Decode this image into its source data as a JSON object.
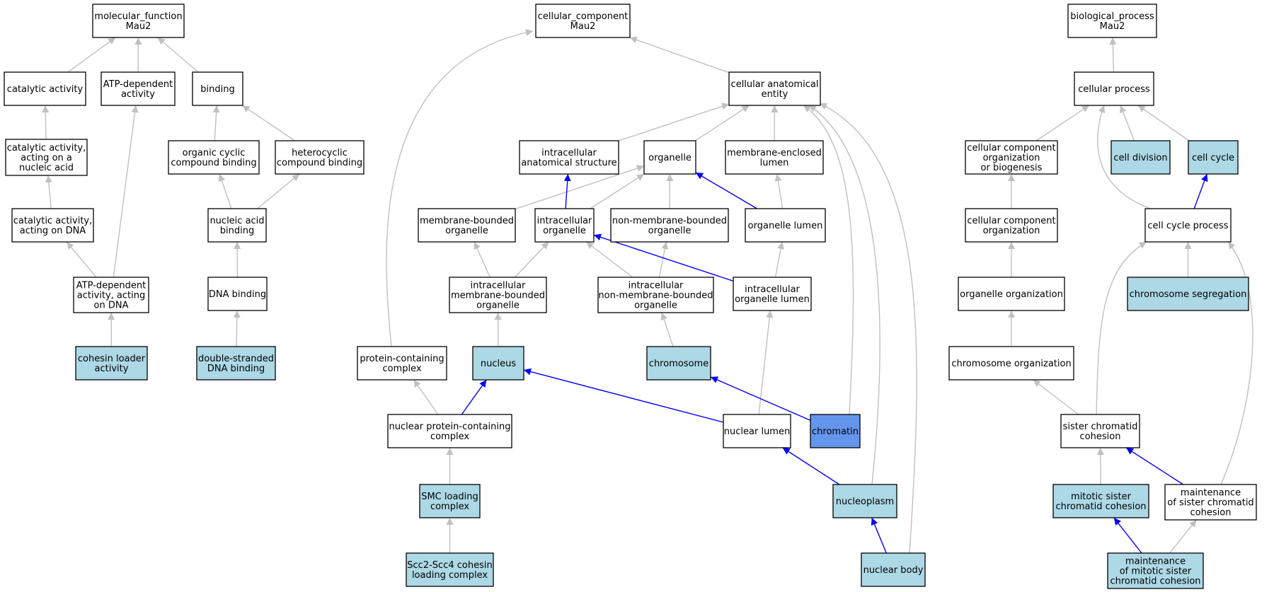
{
  "colors": {
    "plain_fill": "#ffffff",
    "annotated_fill": "#add8e6",
    "selected_fill": "#6495ed",
    "is_a_edge": "#c0c0c0",
    "part_of_edge": "#0000ff"
  },
  "nodes": {
    "mf_root": {
      "lines": [
        "molecular_function",
        "Mau2"
      ],
      "style": "plain"
    },
    "catalytic_activity": {
      "lines": [
        "catalytic activity"
      ],
      "style": "plain"
    },
    "atp_dependent_activity": {
      "lines": [
        "ATP-dependent",
        "activity"
      ],
      "style": "plain"
    },
    "binding": {
      "lines": [
        "binding"
      ],
      "style": "plain"
    },
    "catalytic_nucleic": {
      "lines": [
        "catalytic activity,",
        "acting on a",
        "nucleic acid"
      ],
      "style": "plain"
    },
    "organic_cyclic": {
      "lines": [
        "organic cyclic",
        "compound binding"
      ],
      "style": "plain"
    },
    "heterocyclic": {
      "lines": [
        "heterocyclic",
        "compound binding"
      ],
      "style": "plain"
    },
    "catalytic_dna": {
      "lines": [
        "catalytic activity,",
        "acting on DNA"
      ],
      "style": "plain"
    },
    "nucleic_acid_binding": {
      "lines": [
        "nucleic acid",
        "binding"
      ],
      "style": "plain"
    },
    "atp_dna": {
      "lines": [
        "ATP-dependent",
        "activity, acting",
        "on DNA"
      ],
      "style": "plain"
    },
    "dna_binding": {
      "lines": [
        "DNA binding"
      ],
      "style": "plain"
    },
    "cohesin_loader": {
      "lines": [
        "cohesin loader",
        "activity"
      ],
      "style": "annotated"
    },
    "ds_dna_binding": {
      "lines": [
        "double-stranded",
        "DNA binding"
      ],
      "style": "annotated"
    },
    "cc_root": {
      "lines": [
        "cellular_component",
        "Mau2"
      ],
      "style": "plain"
    },
    "cae": {
      "lines": [
        "cellular anatomical",
        "entity"
      ],
      "style": "plain"
    },
    "ias": {
      "lines": [
        "intracellular",
        "anatomical structure"
      ],
      "style": "plain"
    },
    "organelle": {
      "lines": [
        "organelle"
      ],
      "style": "plain"
    },
    "mel": {
      "lines": [
        "membrane-enclosed",
        "lumen"
      ],
      "style": "plain"
    },
    "mbo": {
      "lines": [
        "membrane-bounded",
        "organelle"
      ],
      "style": "plain"
    },
    "io": {
      "lines": [
        "intracellular",
        "organelle"
      ],
      "style": "plain"
    },
    "nmbo": {
      "lines": [
        "non-membrane-bounded",
        "organelle"
      ],
      "style": "plain"
    },
    "ol": {
      "lines": [
        "organelle lumen"
      ],
      "style": "plain"
    },
    "imbo": {
      "lines": [
        "intracellular",
        "membrane-bounded",
        "organelle"
      ],
      "style": "plain"
    },
    "inmbo": {
      "lines": [
        "intracellular",
        "non-membrane-bounded",
        "organelle"
      ],
      "style": "plain"
    },
    "iol": {
      "lines": [
        "intracellular",
        "organelle lumen"
      ],
      "style": "plain"
    },
    "pcc": {
      "lines": [
        "protein-containing",
        "complex"
      ],
      "style": "plain"
    },
    "nucleus": {
      "lines": [
        "nucleus"
      ],
      "style": "annotated"
    },
    "chromosome": {
      "lines": [
        "chromosome"
      ],
      "style": "annotated"
    },
    "npcc": {
      "lines": [
        "nuclear protein-containing",
        "complex"
      ],
      "style": "plain"
    },
    "nuclear_lumen": {
      "lines": [
        "nuclear lumen"
      ],
      "style": "plain"
    },
    "chromatin": {
      "lines": [
        "chromatin"
      ],
      "style": "selected"
    },
    "smc": {
      "lines": [
        "SMC loading",
        "complex"
      ],
      "style": "annotated"
    },
    "nucleoplasm": {
      "lines": [
        "nucleoplasm"
      ],
      "style": "annotated"
    },
    "scc": {
      "lines": [
        "Scc2-Scc4 cohesin",
        "loading complex"
      ],
      "style": "annotated"
    },
    "nuclear_body": {
      "lines": [
        "nuclear body"
      ],
      "style": "annotated"
    },
    "bp_root": {
      "lines": [
        "biological_process",
        "Mau2"
      ],
      "style": "plain"
    },
    "cp": {
      "lines": [
        "cellular process"
      ],
      "style": "plain"
    },
    "ccob": {
      "lines": [
        "cellular component",
        "organization",
        "or biogenesis"
      ],
      "style": "plain"
    },
    "cell_division": {
      "lines": [
        "cell division"
      ],
      "style": "annotated"
    },
    "cell_cycle": {
      "lines": [
        "cell cycle"
      ],
      "style": "annotated"
    },
    "cco": {
      "lines": [
        "cellular component",
        "organization"
      ],
      "style": "plain"
    },
    "ccp": {
      "lines": [
        "cell cycle process"
      ],
      "style": "plain"
    },
    "oo": {
      "lines": [
        "organelle organization"
      ],
      "style": "plain"
    },
    "chr_seg": {
      "lines": [
        "chromosome segregation"
      ],
      "style": "annotated"
    },
    "chr_org": {
      "lines": [
        "chromosome organization"
      ],
      "style": "plain"
    },
    "scc_coh": {
      "lines": [
        "sister chromatid",
        "cohesion"
      ],
      "style": "plain"
    },
    "mscc": {
      "lines": [
        "mitotic sister",
        "chromatid cohesion"
      ],
      "style": "annotated"
    },
    "mscc_maint": {
      "lines": [
        "maintenance",
        "of sister chromatid",
        "cohesion"
      ],
      "style": "plain"
    },
    "mmscc": {
      "lines": [
        "maintenance",
        "of mitotic sister",
        "chromatid cohesion"
      ],
      "style": "annotated"
    }
  },
  "edges": [
    {
      "from": "catalytic_activity",
      "to": "mf_root",
      "type": "is_a"
    },
    {
      "from": "atp_dependent_activity",
      "to": "mf_root",
      "type": "is_a"
    },
    {
      "from": "binding",
      "to": "mf_root",
      "type": "is_a"
    },
    {
      "from": "catalytic_nucleic",
      "to": "catalytic_activity",
      "type": "is_a"
    },
    {
      "from": "organic_cyclic",
      "to": "binding",
      "type": "is_a"
    },
    {
      "from": "heterocyclic",
      "to": "binding",
      "type": "is_a"
    },
    {
      "from": "catalytic_dna",
      "to": "catalytic_nucleic",
      "type": "is_a"
    },
    {
      "from": "nucleic_acid_binding",
      "to": "organic_cyclic",
      "type": "is_a"
    },
    {
      "from": "nucleic_acid_binding",
      "to": "heterocyclic",
      "type": "is_a"
    },
    {
      "from": "atp_dna",
      "to": "catalytic_dna",
      "type": "is_a"
    },
    {
      "from": "atp_dna",
      "to": "atp_dependent_activity",
      "type": "is_a"
    },
    {
      "from": "dna_binding",
      "to": "nucleic_acid_binding",
      "type": "is_a"
    },
    {
      "from": "cohesin_loader",
      "to": "atp_dna",
      "type": "is_a"
    },
    {
      "from": "ds_dna_binding",
      "to": "dna_binding",
      "type": "is_a"
    },
    {
      "from": "cae",
      "to": "cc_root",
      "type": "is_a"
    },
    {
      "from": "pcc",
      "to": "cc_root",
      "type": "is_a"
    },
    {
      "from": "ias",
      "to": "cae",
      "type": "is_a"
    },
    {
      "from": "organelle",
      "to": "cae",
      "type": "is_a"
    },
    {
      "from": "mel",
      "to": "cae",
      "type": "is_a"
    },
    {
      "from": "chromatin",
      "to": "cae",
      "type": "is_a"
    },
    {
      "from": "nucleoplasm",
      "to": "cae",
      "type": "is_a"
    },
    {
      "from": "nuclear_body",
      "to": "cae",
      "type": "is_a"
    },
    {
      "from": "mbo",
      "to": "organelle",
      "type": "is_a"
    },
    {
      "from": "io",
      "to": "organelle",
      "type": "is_a"
    },
    {
      "from": "io",
      "to": "ias",
      "type": "part_of"
    },
    {
      "from": "nmbo",
      "to": "organelle",
      "type": "is_a"
    },
    {
      "from": "ol",
      "to": "organelle",
      "type": "part_of"
    },
    {
      "from": "ol",
      "to": "mel",
      "type": "is_a"
    },
    {
      "from": "imbo",
      "to": "mbo",
      "type": "is_a"
    },
    {
      "from": "imbo",
      "to": "io",
      "type": "is_a"
    },
    {
      "from": "inmbo",
      "to": "io",
      "type": "is_a"
    },
    {
      "from": "inmbo",
      "to": "nmbo",
      "type": "is_a"
    },
    {
      "from": "iol",
      "to": "io",
      "type": "part_of"
    },
    {
      "from": "iol",
      "to": "ol",
      "type": "is_a"
    },
    {
      "from": "nucleus",
      "to": "imbo",
      "type": "is_a"
    },
    {
      "from": "chromosome",
      "to": "inmbo",
      "type": "is_a"
    },
    {
      "from": "npcc",
      "to": "pcc",
      "type": "is_a"
    },
    {
      "from": "npcc",
      "to": "nucleus",
      "type": "part_of"
    },
    {
      "from": "nuclear_lumen",
      "to": "iol",
      "type": "is_a"
    },
    {
      "from": "nuclear_lumen",
      "to": "nucleus",
      "type": "part_of"
    },
    {
      "from": "chromatin",
      "to": "chromosome",
      "type": "part_of"
    },
    {
      "from": "smc",
      "to": "npcc",
      "type": "is_a"
    },
    {
      "from": "nucleoplasm",
      "to": "nuclear_lumen",
      "type": "part_of"
    },
    {
      "from": "scc",
      "to": "smc",
      "type": "is_a"
    },
    {
      "from": "nuclear_body",
      "to": "nucleoplasm",
      "type": "part_of"
    },
    {
      "from": "cp",
      "to": "bp_root",
      "type": "is_a"
    },
    {
      "from": "ccob",
      "to": "cp",
      "type": "is_a"
    },
    {
      "from": "cell_division",
      "to": "cp",
      "type": "is_a"
    },
    {
      "from": "cell_cycle",
      "to": "cp",
      "type": "is_a"
    },
    {
      "from": "ccp",
      "to": "cp",
      "type": "is_a"
    },
    {
      "from": "ccp",
      "to": "cell_cycle",
      "type": "part_of"
    },
    {
      "from": "cco",
      "to": "ccob",
      "type": "is_a"
    },
    {
      "from": "oo",
      "to": "cco",
      "type": "is_a"
    },
    {
      "from": "chr_seg",
      "to": "ccp",
      "type": "is_a"
    },
    {
      "from": "chr_org",
      "to": "oo",
      "type": "is_a"
    },
    {
      "from": "scc_coh",
      "to": "chr_org",
      "type": "is_a"
    },
    {
      "from": "scc_coh",
      "to": "ccp",
      "type": "is_a"
    },
    {
      "from": "mscc",
      "to": "scc_coh",
      "type": "is_a"
    },
    {
      "from": "mscc_maint",
      "to": "scc_coh",
      "type": "part_of"
    },
    {
      "from": "mscc_maint",
      "to": "ccp",
      "type": "is_a"
    },
    {
      "from": "mmscc",
      "to": "mscc",
      "type": "part_of"
    },
    {
      "from": "mmscc",
      "to": "mscc_maint",
      "type": "is_a"
    }
  ]
}
